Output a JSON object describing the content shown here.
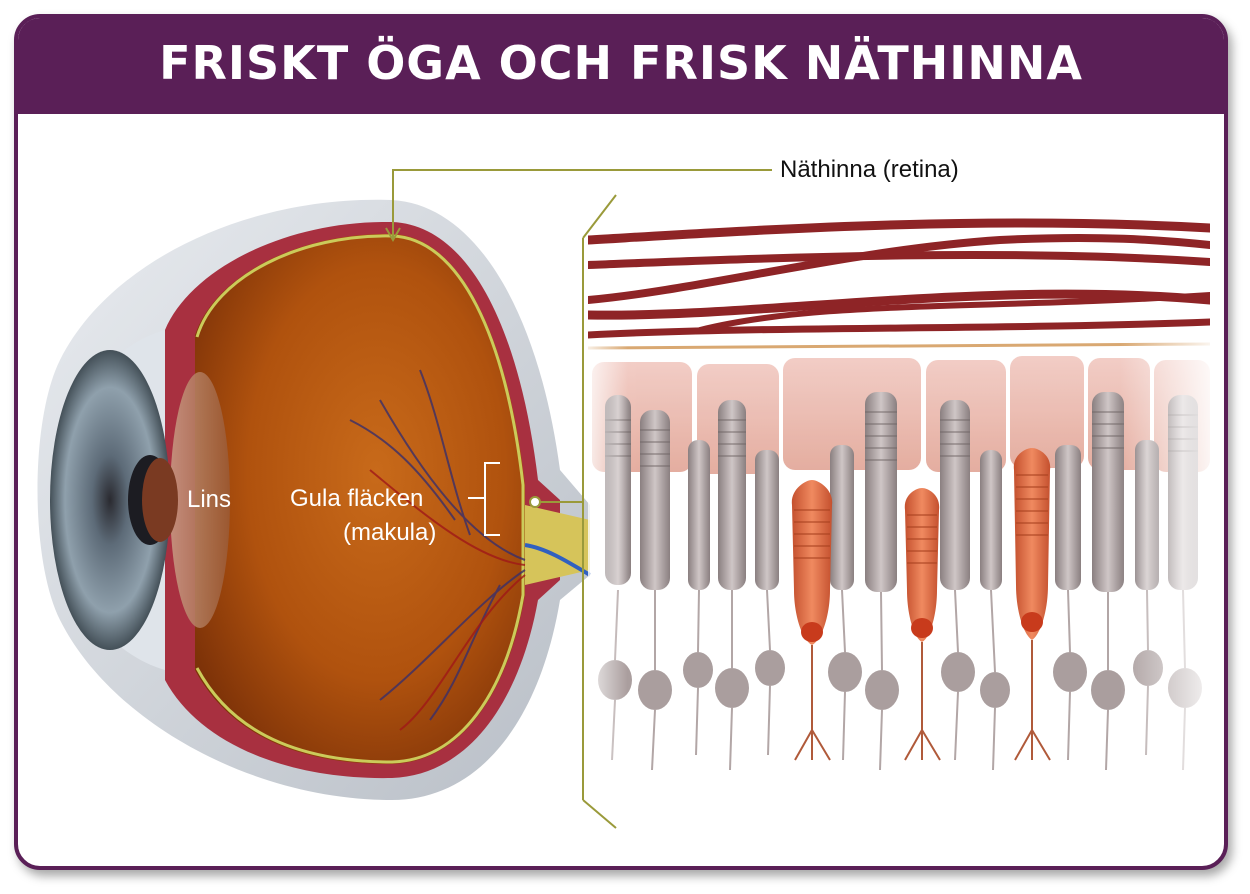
{
  "title": "FRISKT ÖGA OCH FRISK NÄTHINNA",
  "labels": {
    "retina": "Näthinna (retina)",
    "lens": "Lins",
    "macula_line1": "Gula fläcken",
    "macula_line2": "(makula)"
  },
  "colors": {
    "header": "#5a1f57",
    "pointer_line": "#9a9a3a",
    "eye_interior": "#b5560f",
    "vessel": "#8e2426",
    "cone": "#d9633e",
    "rod": "#a59a9a"
  },
  "icons": [
    "eye-cross-section-illustration",
    "retina-cells-illustration"
  ]
}
